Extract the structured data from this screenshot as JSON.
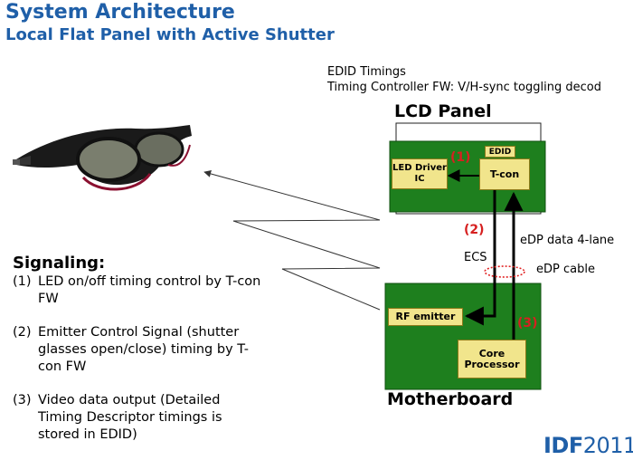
{
  "header": {
    "title": "System Architecture",
    "subtitle": "Local Flat Panel with Active Shutter"
  },
  "notes": {
    "line1": "EDID Timings",
    "line2": "Timing Controller FW: V/H-sync toggling decod"
  },
  "lcd_panel": {
    "label": "LCD Panel",
    "edid_tag": "EDID",
    "led_driver": "LED Driver IC",
    "tcon": "T-con",
    "num1": "(1)"
  },
  "link": {
    "num2": "(2)",
    "num3": "(3)",
    "ecs": "ECS",
    "edp_data": "eDP data 4-lane",
    "edp_cable": "eDP cable"
  },
  "motherboard": {
    "label": "Motherboard",
    "rf_emitter": "RF emitter",
    "core_processor": "Core Processor"
  },
  "signaling": {
    "title": "Signaling:",
    "items": [
      {
        "num": "(1)",
        "text": "LED on/off timing control by T-con FW"
      },
      {
        "num": "(2)",
        "text": "Emitter Control Signal (shutter glasses open/close) timing by T-con FW"
      },
      {
        "num": "(3)",
        "text": "Video data output (Detailed Timing Descriptor timings is stored in EDID)"
      }
    ]
  },
  "logo": {
    "brand": "IDF",
    "year": "2011"
  },
  "colors": {
    "title": "#1f5fa8",
    "board": "#1e7f1e",
    "chip": "#f1e58c",
    "marker": "#d62020"
  }
}
